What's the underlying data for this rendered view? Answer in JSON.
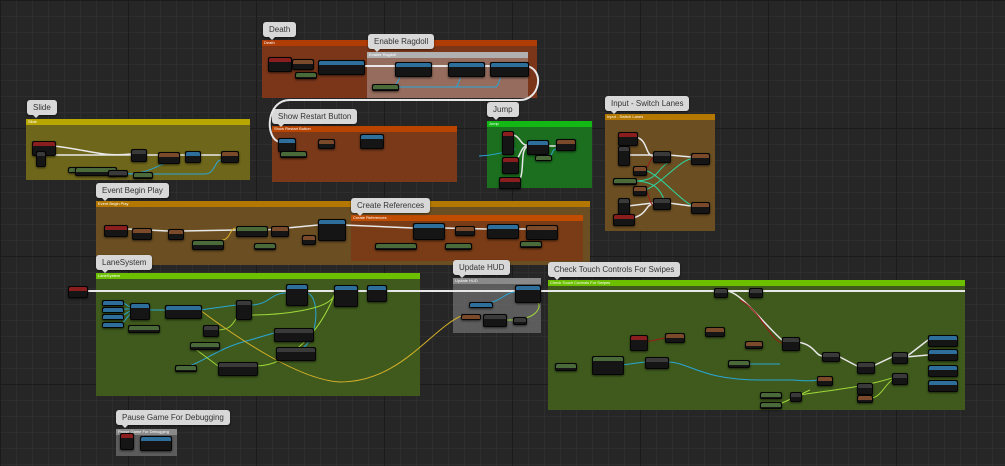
{
  "graph": {
    "comments": [
      {
        "id": "death",
        "label": "Death",
        "header": "Death",
        "header_color": "#b03c06",
        "body_color": "#7b3619"
      },
      {
        "id": "enable-ragdoll",
        "label": "Enable Ragdoll",
        "header": "Enable Ragdoll",
        "header_color": "#b0b0b0",
        "body_color": "#9c7a6e"
      },
      {
        "id": "slide",
        "label": "Slide",
        "header": "Slide",
        "header_color": "#b8a700",
        "body_color": "#6e661a"
      },
      {
        "id": "show-restart-button",
        "label": "Show Restart Button",
        "header": "Show Restart Button",
        "header_color": "#b84400",
        "body_color": "#7a3a1a"
      },
      {
        "id": "jump",
        "label": "Jump",
        "header": "Jump",
        "header_color": "#14b814",
        "body_color": "#1b6f1f"
      },
      {
        "id": "input-switch-lanes",
        "label": "Input - Switch Lanes",
        "header": "Input - Switch Lanes",
        "header_color": "#b47800",
        "body_color": "#6b4f22"
      },
      {
        "id": "event-begin-play",
        "label": "Event Begin Play",
        "header": "Event Begin Play",
        "header_color": "#b47800",
        "body_color": "#6b4f22"
      },
      {
        "id": "create-references",
        "label": "Create References",
        "header": "Create References",
        "header_color": "#c04c00",
        "body_color": "#7a3c16"
      },
      {
        "id": "lane-system",
        "label": "LaneSystem",
        "header": "LaneSystem",
        "header_color": "#6cc000",
        "body_color": "#3f5a1c"
      },
      {
        "id": "update-hud",
        "label": "Update HUD",
        "header": "Update HUD",
        "header_color": "#8a8a8a",
        "body_color": "#6a6a6a"
      },
      {
        "id": "check-touch",
        "label": "Check Touch Controls For Swipes",
        "header": "Check Touch Controls For Swipes",
        "header_color": "#6cc000",
        "body_color": "#3f5a1c"
      },
      {
        "id": "pause-game",
        "label": "Pause Game For Debugging",
        "header": "Pause Game For Debugging",
        "header_color": "#8a8a8a",
        "body_color": "#6a6a6a"
      }
    ],
    "colors": {
      "exec_wire": "#e8e8e8",
      "object_wire": "#2aa6d6",
      "float_wire": "#9fd83a",
      "bool_wire": "#9b1a1a",
      "int_wire": "#2ad6a0",
      "byte_wire": "#d6b02a"
    }
  }
}
